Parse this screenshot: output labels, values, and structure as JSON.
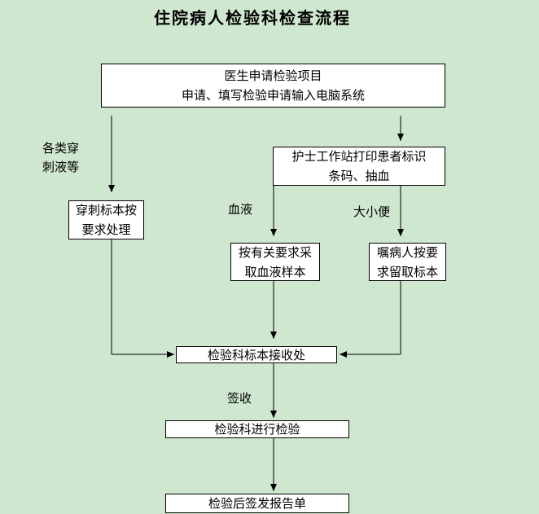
{
  "title": "住院病人检验科检查流程",
  "boxes": {
    "doctor": {
      "line1": "医生申请检验项目",
      "line2": "申请、填写检验申请输入电脑系统"
    },
    "nurse": {
      "line1": "护士工作站打印患者标识",
      "line2": "条码、抽血"
    },
    "puncture": {
      "line1": "穿刺标本按",
      "line2": "要求处理"
    },
    "blood": {
      "line1": "按有关要求采",
      "line2": "取血液样本"
    },
    "stool": {
      "line1": "嘱病人按要",
      "line2": "求留取标本"
    },
    "receive": "检验科标本接收处",
    "test": "检验科进行检验",
    "report": "检验后签发报告单"
  },
  "labels": {
    "puncture_types_1": "各类穿",
    "puncture_types_2": "刺液等",
    "blood": "血液",
    "stool": "大小便",
    "sign": "签收"
  }
}
